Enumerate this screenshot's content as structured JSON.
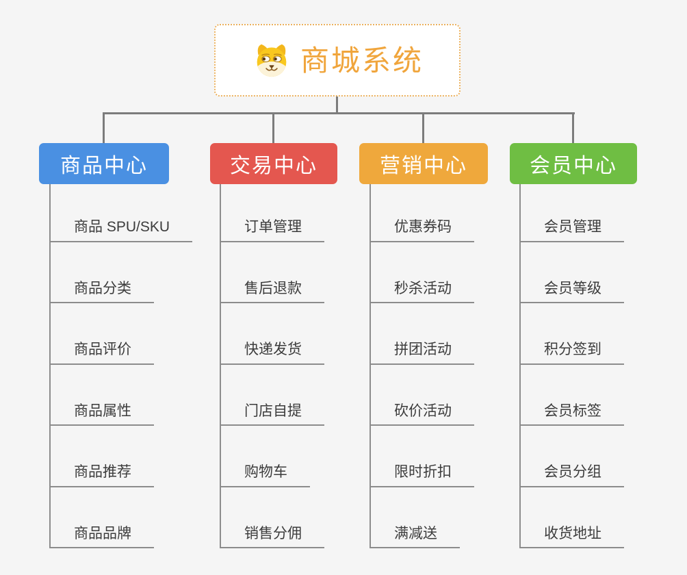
{
  "root": {
    "title": "商城系统",
    "icon": "dog-face-icon"
  },
  "branches": [
    {
      "id": "product-center",
      "label": "商品中心",
      "color": "#4A90E2",
      "children": [
        "商品 SPU/SKU",
        "商品分类",
        "商品评价",
        "商品属性",
        "商品推荐",
        "商品品牌"
      ]
    },
    {
      "id": "trade-center",
      "label": "交易中心",
      "color": "#E4574F",
      "children": [
        "订单管理",
        "售后退款",
        "快递发货",
        "门店自提",
        "购物车",
        "销售分佣"
      ]
    },
    {
      "id": "marketing-center",
      "label": "营销中心",
      "color": "#EFA83C",
      "children": [
        "优惠券码",
        "秒杀活动",
        "拼团活动",
        "砍价活动",
        "限时折扣",
        "满减送"
      ]
    },
    {
      "id": "member-center",
      "label": "会员中心",
      "color": "#6FBE43",
      "children": [
        "会员管理",
        "会员等级",
        "积分签到",
        "会员标签",
        "会员分组",
        "收货地址"
      ]
    }
  ],
  "colors": {
    "background": "#F5F5F5",
    "connector": "#7C7C7C",
    "leaf_line": "#8C8C8C",
    "leaf_text": "#3C3C3C",
    "root_text": "#F0A53C",
    "root_border": "#EBB05C",
    "root_background": "#FFFFFF"
  }
}
